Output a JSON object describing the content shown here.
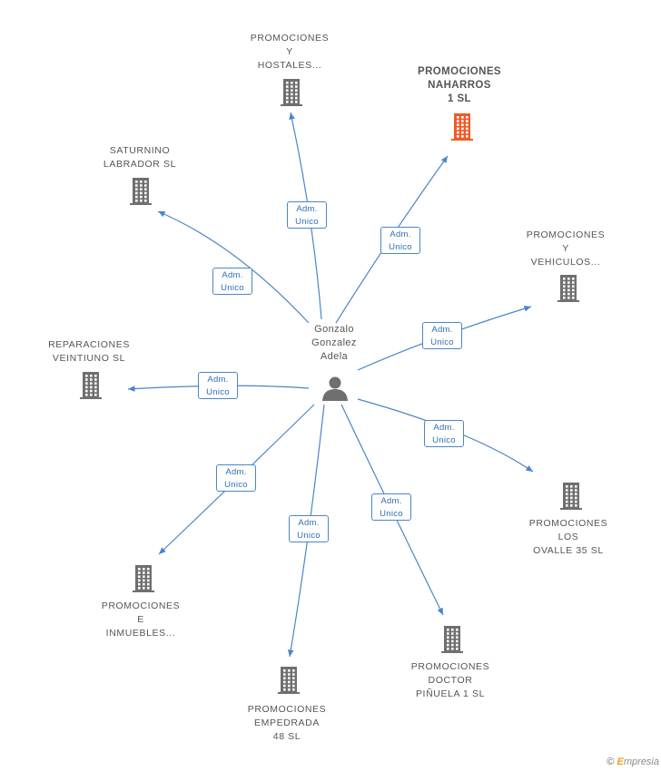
{
  "center": {
    "name_lines": [
      "Gonzalo",
      "Gonzalez",
      "Adela"
    ],
    "icon": "person-icon"
  },
  "role": {
    "line1": "Adm.",
    "line2": "Unico"
  },
  "companies": [
    {
      "id": "hostales",
      "lines": [
        "PROMOCIONES",
        "Y",
        "HOSTALES..."
      ],
      "highlight": false,
      "icon": "building-icon"
    },
    {
      "id": "naharros",
      "lines": [
        "PROMOCIONES",
        "NAHARROS",
        "1 SL"
      ],
      "highlight": true,
      "icon": "building-icon"
    },
    {
      "id": "saturnino",
      "lines": [
        "SATURNINO",
        "LABRADOR SL"
      ],
      "highlight": false,
      "icon": "building-icon"
    },
    {
      "id": "vehiculos",
      "lines": [
        "PROMOCIONES",
        "Y",
        "VEHICULOS..."
      ],
      "highlight": false,
      "icon": "building-icon"
    },
    {
      "id": "reparaciones",
      "lines": [
        "REPARACIONES",
        "VEINTIUNO SL"
      ],
      "highlight": false,
      "icon": "building-icon"
    },
    {
      "id": "ovalle",
      "lines": [
        "PROMOCIONES",
        "LOS",
        "OVALLE 35 SL"
      ],
      "highlight": false,
      "icon": "building-icon"
    },
    {
      "id": "inmuebles",
      "lines": [
        "PROMOCIONES",
        "E",
        "INMUEBLES..."
      ],
      "highlight": false,
      "icon": "building-icon"
    },
    {
      "id": "empedrada",
      "lines": [
        "PROMOCIONES",
        "EMPEDRADA",
        "48 SL"
      ],
      "highlight": false,
      "icon": "building-icon"
    },
    {
      "id": "pinuela",
      "lines": [
        "PROMOCIONES",
        "DOCTOR",
        "PIÑUELA 1 SL"
      ],
      "highlight": false,
      "icon": "building-icon"
    }
  ],
  "colors": {
    "edge": "#4a86c8",
    "building": "#6f6f6f",
    "highlight_building": "#f05a28",
    "person": "#6f6f6f"
  },
  "footer": {
    "copyright": "©",
    "brand_initial": "E",
    "brand_rest": "mpresia"
  }
}
